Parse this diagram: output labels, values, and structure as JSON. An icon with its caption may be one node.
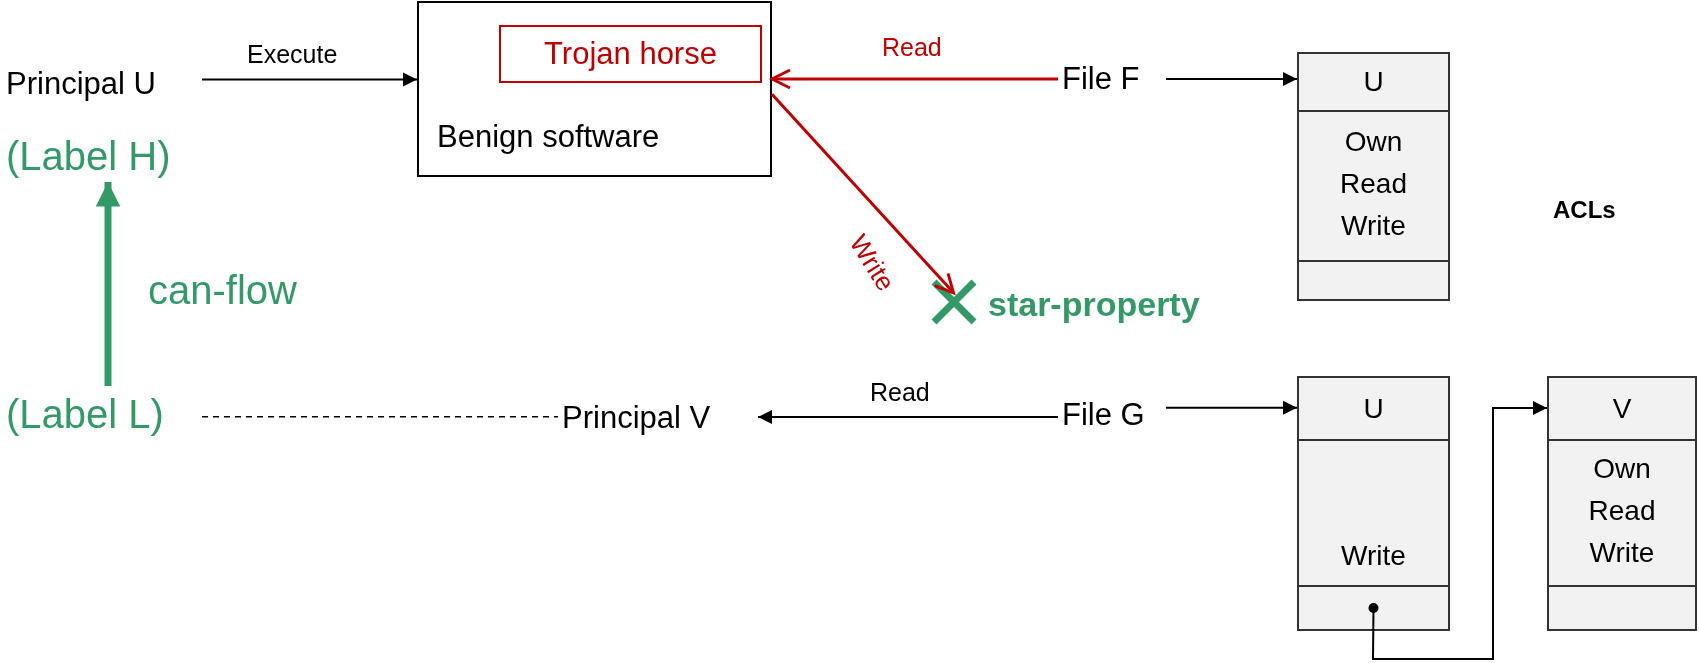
{
  "diagram": {
    "nodes": [
      {
        "text": [
          "Principal U"
        ]
      },
      {
        "text": [
          "Benign software"
        ]
      },
      {
        "text": [
          "Trojan horse"
        ],
        "in": 1
      },
      {
        "text": [
          "File F"
        ]
      },
      {
        "text": [
          "U",
          "Own Read Write"
        ]
      },
      {
        "text": [],
        "shape": "box",
        "in": 4
      },
      {
        "text": [
          "star-property"
        ]
      },
      {
        "text": [
          "(Label H)"
        ]
      },
      {
        "text": [
          "(Label L)"
        ]
      },
      {
        "text": [
          "Principal V"
        ]
      },
      {
        "text": [
          "File G"
        ]
      },
      {
        "text": [
          "U",
          "Write"
        ]
      },
      {
        "text": [],
        "shape": "box",
        "in": 11
      },
      {
        "text": [
          "V",
          "Own Read Write"
        ]
      },
      {
        "text": [],
        "shape": "box",
        "in": 13
      }
    ],
    "edges": [
      {
        "from": 0,
        "to": 1,
        "arrow": "to",
        "label": "Execute"
      },
      {
        "from": 3,
        "to": 1,
        "arrow": "to",
        "label": "Read",
        "color": "#c00000"
      },
      {
        "from": 1,
        "to": 6,
        "arrow": "to",
        "label": "Write",
        "color": "#c00000"
      },
      {
        "from": 3,
        "to": 4,
        "arrow": "to"
      },
      {
        "from": 8,
        "to": 7,
        "arrow": "to",
        "label": "can-flow",
        "style": "thick",
        "color": "#339966"
      },
      {
        "from": 8,
        "to": 9,
        "arrow": "none",
        "style": "dashed"
      },
      {
        "from": 10,
        "to": 9,
        "arrow": "to",
        "label": "Read"
      },
      {
        "from": 10,
        "to": 11,
        "arrow": "to"
      },
      {
        "from": 12,
        "to": 13,
        "arrow": "to"
      }
    ],
    "labels": [
      "ACLs"
    ]
  }
}
